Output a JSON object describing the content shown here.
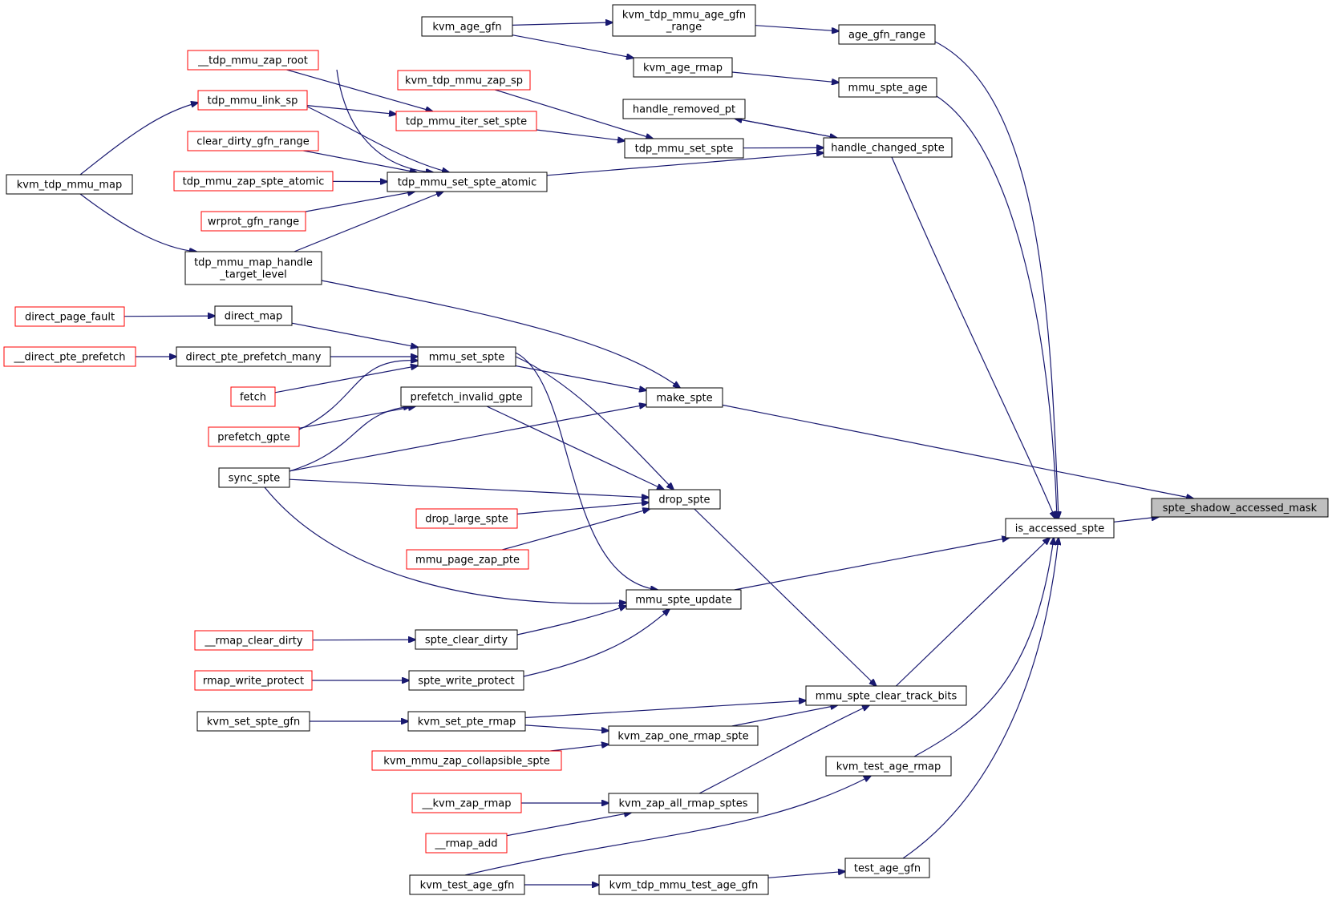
{
  "graph": {
    "colors": {
      "edge": "#191970",
      "node_border": "#000000",
      "truncated_border": "#ff0000",
      "focus_fill": "#bfbfbf"
    },
    "nodes": [
      {
        "id": "spte_shadow_accessed_mask",
        "lines": [
          "spte_shadow_accessed_mask"
        ],
        "style": "focus"
      },
      {
        "id": "is_accessed_spte",
        "lines": [
          "is_accessed_spte"
        ]
      },
      {
        "id": "age_gfn_range",
        "lines": [
          "age_gfn_range"
        ]
      },
      {
        "id": "mmu_spte_age",
        "lines": [
          "mmu_spte_age"
        ]
      },
      {
        "id": "handle_changed_spte",
        "lines": [
          "handle_changed_spte"
        ]
      },
      {
        "id": "make_spte",
        "lines": [
          "make_spte"
        ]
      },
      {
        "id": "mmu_spte_update",
        "lines": [
          "mmu_spte_update"
        ]
      },
      {
        "id": "mmu_spte_clear_track_bits",
        "lines": [
          "mmu_spte_clear_track_bits"
        ]
      },
      {
        "id": "kvm_test_age_rmap",
        "lines": [
          "kvm_test_age_rmap"
        ]
      },
      {
        "id": "test_age_gfn",
        "lines": [
          "test_age_gfn"
        ]
      },
      {
        "id": "kvm_tdp_mmu_age_gfn_range",
        "lines": [
          "kvm_tdp_mmu_age_gfn",
          "_range"
        ]
      },
      {
        "id": "kvm_age_gfn",
        "lines": [
          "kvm_age_gfn"
        ]
      },
      {
        "id": "kvm_age_rmap",
        "lines": [
          "kvm_age_rmap"
        ]
      },
      {
        "id": "handle_removed_pt",
        "lines": [
          "handle_removed_pt"
        ]
      },
      {
        "id": "tdp_mmu_set_spte",
        "lines": [
          "tdp_mmu_set_spte"
        ]
      },
      {
        "id": "tdp_mmu_set_spte_atomic",
        "lines": [
          "tdp_mmu_set_spte_atomic"
        ]
      },
      {
        "id": "kvm_tdp_mmu_zap_sp",
        "lines": [
          "kvm_tdp_mmu_zap_sp"
        ],
        "style": "trunc"
      },
      {
        "id": "tdp_mmu_iter_set_spte",
        "lines": [
          "tdp_mmu_iter_set_spte"
        ],
        "style": "trunc"
      },
      {
        "id": "__tdp_mmu_zap_root",
        "lines": [
          "__tdp_mmu_zap_root"
        ],
        "style": "trunc"
      },
      {
        "id": "tdp_mmu_link_sp",
        "lines": [
          "tdp_mmu_link_sp"
        ],
        "style": "trunc"
      },
      {
        "id": "clear_dirty_gfn_range",
        "lines": [
          "clear_dirty_gfn_range"
        ],
        "style": "trunc"
      },
      {
        "id": "tdp_mmu_zap_spte_atomic",
        "lines": [
          "tdp_mmu_zap_spte_atomic"
        ],
        "style": "trunc"
      },
      {
        "id": "wrprot_gfn_range",
        "lines": [
          "wrprot_gfn_range"
        ],
        "style": "trunc"
      },
      {
        "id": "tdp_mmu_map_handle_target_level",
        "lines": [
          "tdp_mmu_map_handle",
          "_target_level"
        ]
      },
      {
        "id": "kvm_tdp_mmu_map",
        "lines": [
          "kvm_tdp_mmu_map"
        ]
      },
      {
        "id": "mmu_set_spte",
        "lines": [
          "mmu_set_spte"
        ]
      },
      {
        "id": "prefetch_invalid_gpte",
        "lines": [
          "prefetch_invalid_gpte"
        ]
      },
      {
        "id": "drop_spte",
        "lines": [
          "drop_spte"
        ]
      },
      {
        "id": "direct_map",
        "lines": [
          "direct_map"
        ]
      },
      {
        "id": "direct_page_fault",
        "lines": [
          "direct_page_fault"
        ],
        "style": "trunc"
      },
      {
        "id": "direct_pte_prefetch_many",
        "lines": [
          "direct_pte_prefetch_many"
        ]
      },
      {
        "id": "__direct_pte_prefetch",
        "lines": [
          "__direct_pte_prefetch"
        ],
        "style": "trunc"
      },
      {
        "id": "fetch",
        "lines": [
          "fetch"
        ],
        "style": "trunc"
      },
      {
        "id": "prefetch_gpte",
        "lines": [
          "prefetch_gpte"
        ],
        "style": "trunc"
      },
      {
        "id": "sync_spte",
        "lines": [
          "sync_spte"
        ]
      },
      {
        "id": "drop_large_spte",
        "lines": [
          "drop_large_spte"
        ],
        "style": "trunc"
      },
      {
        "id": "mmu_page_zap_pte",
        "lines": [
          "mmu_page_zap_pte"
        ],
        "style": "trunc"
      },
      {
        "id": "spte_clear_dirty",
        "lines": [
          "spte_clear_dirty"
        ]
      },
      {
        "id": "__rmap_clear_dirty",
        "lines": [
          "__rmap_clear_dirty"
        ],
        "style": "trunc"
      },
      {
        "id": "spte_write_protect",
        "lines": [
          "spte_write_protect"
        ]
      },
      {
        "id": "rmap_write_protect",
        "lines": [
          "rmap_write_protect"
        ],
        "style": "trunc"
      },
      {
        "id": "kvm_set_pte_rmap",
        "lines": [
          "kvm_set_pte_rmap"
        ]
      },
      {
        "id": "kvm_set_spte_gfn",
        "lines": [
          "kvm_set_spte_gfn"
        ]
      },
      {
        "id": "kvm_zap_one_rmap_spte",
        "lines": [
          "kvm_zap_one_rmap_spte"
        ]
      },
      {
        "id": "kvm_mmu_zap_collapsible_spte",
        "lines": [
          "kvm_mmu_zap_collapsible_spte"
        ],
        "style": "trunc"
      },
      {
        "id": "kvm_zap_all_rmap_sptes",
        "lines": [
          "kvm_zap_all_rmap_sptes"
        ]
      },
      {
        "id": "__kvm_zap_rmap",
        "lines": [
          "__kvm_zap_rmap"
        ],
        "style": "trunc"
      },
      {
        "id": "__rmap_add",
        "lines": [
          "__rmap_add"
        ],
        "style": "trunc"
      },
      {
        "id": "kvm_test_age_gfn",
        "lines": [
          "kvm_test_age_gfn"
        ]
      },
      {
        "id": "kvm_tdp_mmu_test_age_gfn",
        "lines": [
          "kvm_tdp_mmu_test_age_gfn"
        ]
      }
    ],
    "edges": [
      {
        "from": "is_accessed_spte",
        "to": "spte_shadow_accessed_mask"
      },
      {
        "from": "make_spte",
        "to": "spte_shadow_accessed_mask"
      },
      {
        "from": "age_gfn_range",
        "to": "is_accessed_spte"
      },
      {
        "from": "mmu_spte_age",
        "to": "is_accessed_spte"
      },
      {
        "from": "handle_changed_spte",
        "to": "is_accessed_spte"
      },
      {
        "from": "mmu_spte_update",
        "to": "is_accessed_spte"
      },
      {
        "from": "mmu_spte_clear_track_bits",
        "to": "is_accessed_spte"
      },
      {
        "from": "kvm_test_age_rmap",
        "to": "is_accessed_spte"
      },
      {
        "from": "test_age_gfn",
        "to": "is_accessed_spte"
      },
      {
        "from": "kvm_tdp_mmu_age_gfn_range",
        "to": "age_gfn_range"
      },
      {
        "from": "kvm_age_gfn",
        "to": "kvm_tdp_mmu_age_gfn_range"
      },
      {
        "from": "kvm_age_gfn",
        "to": "kvm_age_rmap"
      },
      {
        "from": "kvm_age_rmap",
        "to": "mmu_spte_age"
      },
      {
        "from": "handle_changed_spte",
        "to": "handle_removed_pt"
      },
      {
        "from": "handle_removed_pt",
        "to": "handle_changed_spte"
      },
      {
        "from": "tdp_mmu_set_spte",
        "to": "handle_changed_spte"
      },
      {
        "from": "tdp_mmu_set_spte_atomic",
        "to": "handle_changed_spte"
      },
      {
        "from": "kvm_tdp_mmu_zap_sp",
        "to": "tdp_mmu_set_spte"
      },
      {
        "from": "tdp_mmu_iter_set_spte",
        "to": "tdp_mmu_set_spte"
      },
      {
        "from": "__tdp_mmu_zap_root",
        "to": "tdp_mmu_iter_set_spte"
      },
      {
        "from": "tdp_mmu_link_sp",
        "to": "tdp_mmu_iter_set_spte"
      },
      {
        "from": "__tdp_mmu_zap_root",
        "to": "tdp_mmu_set_spte_atomic"
      },
      {
        "from": "tdp_mmu_link_sp",
        "to": "tdp_mmu_set_spte_atomic"
      },
      {
        "from": "clear_dirty_gfn_range",
        "to": "tdp_mmu_set_spte_atomic"
      },
      {
        "from": "tdp_mmu_zap_spte_atomic",
        "to": "tdp_mmu_set_spte_atomic"
      },
      {
        "from": "wrprot_gfn_range",
        "to": "tdp_mmu_set_spte_atomic"
      },
      {
        "from": "tdp_mmu_map_handle_target_level",
        "to": "tdp_mmu_set_spte_atomic"
      },
      {
        "from": "kvm_tdp_mmu_map",
        "to": "tdp_mmu_link_sp"
      },
      {
        "from": "kvm_tdp_mmu_map",
        "to": "tdp_mmu_map_handle_target_level"
      },
      {
        "from": "tdp_mmu_map_handle_target_level",
        "to": "make_spte"
      },
      {
        "from": "mmu_set_spte",
        "to": "make_spte"
      },
      {
        "from": "sync_spte",
        "to": "make_spte"
      },
      {
        "from": "direct_map",
        "to": "mmu_set_spte"
      },
      {
        "from": "direct_page_fault",
        "to": "direct_map"
      },
      {
        "from": "direct_pte_prefetch_many",
        "to": "mmu_set_spte"
      },
      {
        "from": "__direct_pte_prefetch",
        "to": "direct_pte_prefetch_many"
      },
      {
        "from": "fetch",
        "to": "mmu_set_spte"
      },
      {
        "from": "prefetch_gpte",
        "to": "mmu_set_spte"
      },
      {
        "from": "prefetch_gpte",
        "to": "prefetch_invalid_gpte"
      },
      {
        "from": "sync_spte",
        "to": "prefetch_invalid_gpte"
      },
      {
        "from": "mmu_set_spte",
        "to": "drop_spte"
      },
      {
        "from": "prefetch_invalid_gpte",
        "to": "drop_spte"
      },
      {
        "from": "sync_spte",
        "to": "drop_spte"
      },
      {
        "from": "drop_large_spte",
        "to": "drop_spte"
      },
      {
        "from": "mmu_page_zap_pte",
        "to": "drop_spte"
      },
      {
        "from": "mmu_set_spte",
        "to": "mmu_spte_update"
      },
      {
        "from": "sync_spte",
        "to": "mmu_spte_update"
      },
      {
        "from": "spte_clear_dirty",
        "to": "mmu_spte_update"
      },
      {
        "from": "spte_write_protect",
        "to": "mmu_spte_update"
      },
      {
        "from": "__rmap_clear_dirty",
        "to": "spte_clear_dirty"
      },
      {
        "from": "rmap_write_protect",
        "to": "spte_write_protect"
      },
      {
        "from": "drop_spte",
        "to": "mmu_spte_clear_track_bits"
      },
      {
        "from": "kvm_set_pte_rmap",
        "to": "mmu_spte_clear_track_bits"
      },
      {
        "from": "kvm_zap_one_rmap_spte",
        "to": "mmu_spte_clear_track_bits"
      },
      {
        "from": "kvm_zap_all_rmap_sptes",
        "to": "mmu_spte_clear_track_bits"
      },
      {
        "from": "kvm_set_spte_gfn",
        "to": "kvm_set_pte_rmap"
      },
      {
        "from": "kvm_set_pte_rmap",
        "to": "kvm_zap_one_rmap_spte"
      },
      {
        "from": "kvm_mmu_zap_collapsible_spte",
        "to": "kvm_zap_one_rmap_spte"
      },
      {
        "from": "__kvm_zap_rmap",
        "to": "kvm_zap_all_rmap_sptes"
      },
      {
        "from": "__rmap_add",
        "to": "kvm_zap_all_rmap_sptes"
      },
      {
        "from": "kvm_test_age_gfn",
        "to": "kvm_test_age_rmap"
      },
      {
        "from": "kvm_test_age_gfn",
        "to": "kvm_tdp_mmu_test_age_gfn"
      },
      {
        "from": "kvm_tdp_mmu_test_age_gfn",
        "to": "test_age_gfn"
      }
    ]
  }
}
